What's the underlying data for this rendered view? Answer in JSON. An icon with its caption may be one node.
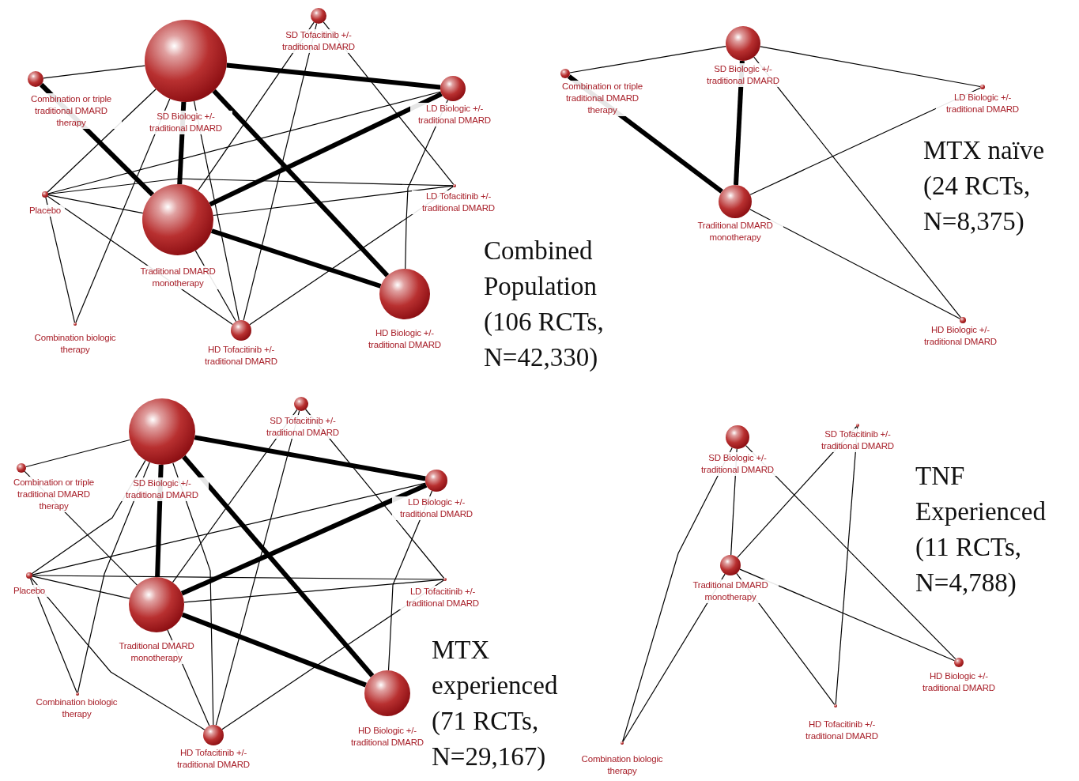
{
  "diagram": {
    "nodes": [
      {
        "text": [
          "Combination or triple traditional DMARD therapy"
        ]
      },
      {
        "text": [
          "SD Biologic +/- traditional DMARD"
        ]
      },
      {
        "text": [
          "SD Tofacitinib +/- traditional DMARD"
        ]
      },
      {
        "text": [
          "LD Biologic +/- traditional DMARD"
        ]
      },
      {
        "text": [
          "Placebo"
        ]
      },
      {
        "text": [
          "LD Tofacitinib +/- traditional DMARD"
        ]
      },
      {
        "text": [
          "Traditional DMARD monotherapy"
        ]
      },
      {
        "text": [
          "Combination biologic therapy"
        ]
      },
      {
        "text": [
          "HD Tofacitinib +/- traditional DMARD"
        ]
      },
      {
        "text": [
          "HD Biologic +/- traditional DMARD"
        ]
      },
      {
        "text": [
          "Combination or triple traditional DMARD therapy"
        ]
      },
      {
        "text": [
          "SD Biologic +/- traditional DMARD"
        ]
      },
      {
        "text": [
          "LD Biologic +/- traditional DMARD"
        ]
      },
      {
        "text": [
          "Traditional DMARD monotherapy"
        ]
      },
      {
        "text": [
          "HD Biologic +/- traditional DMARD"
        ]
      },
      {
        "text": [
          "Combination or triple traditional DMARD therapy"
        ]
      },
      {
        "text": [
          "SD Biologic +/- traditional DMARD"
        ]
      },
      {
        "text": [
          "SD Tofacitinib +/- traditional DMARD"
        ]
      },
      {
        "text": [
          "LD Biologic +/- traditional DMARD"
        ]
      },
      {
        "text": [
          "Placebo"
        ]
      },
      {
        "text": [
          "LD Tofacitinib +/- traditional DMARD"
        ]
      },
      {
        "text": [
          "Traditional DMARD monotherapy"
        ]
      },
      {
        "text": [
          "Combination biologic therapy"
        ]
      },
      {
        "text": [
          "HD Tofacitinib +/- traditional DMARD"
        ]
      },
      {
        "text": [
          "HD Biologic +/- traditional DMARD"
        ]
      },
      {
        "text": [
          "SD Biologic +/- traditional DMARD"
        ]
      },
      {
        "text": [
          "SD Tofacitinib +/- traditional DMARD"
        ]
      },
      {
        "text": [
          "Traditional DMARD monotherapy"
        ]
      },
      {
        "text": [
          "HD Biologic +/- traditional DMARD"
        ]
      },
      {
        "text": [
          "HD Tofacitinib +/- traditional DMARD"
        ]
      },
      {
        "text": [
          "Combination biologic therapy"
        ]
      }
    ],
    "edges": [
      {
        "from": 0,
        "to": 1,
        "arrow": "none"
      },
      {
        "from": 0,
        "to": 6,
        "arrow": "none",
        "style": "thick"
      },
      {
        "from": 1,
        "to": 3,
        "arrow": "none",
        "style": "thick"
      },
      {
        "from": 1,
        "to": 6,
        "arrow": "none",
        "style": "thick"
      },
      {
        "from": 1,
        "to": 9,
        "arrow": "none",
        "style": "thick"
      },
      {
        "from": 6,
        "to": 9,
        "arrow": "none",
        "style": "thick"
      },
      {
        "from": 6,
        "to": 3,
        "arrow": "none",
        "style": "thick"
      },
      {
        "from": 4,
        "to": 1,
        "arrow": "none"
      },
      {
        "from": 4,
        "to": 6,
        "arrow": "none"
      },
      {
        "from": 4,
        "to": 3,
        "arrow": "none"
      },
      {
        "from": 4,
        "to": 5,
        "arrow": "none"
      },
      {
        "from": 4,
        "to": 8,
        "arrow": "none"
      },
      {
        "from": 7,
        "to": 1,
        "arrow": "none"
      },
      {
        "from": 7,
        "to": 4,
        "arrow": "none"
      },
      {
        "from": 2,
        "to": 6,
        "arrow": "none"
      },
      {
        "from": 2,
        "to": 8,
        "arrow": "none"
      },
      {
        "from": 2,
        "to": 5,
        "arrow": "none"
      },
      {
        "from": 3,
        "to": 9,
        "arrow": "none"
      },
      {
        "from": 5,
        "to": 6,
        "arrow": "none"
      },
      {
        "from": 5,
        "to": 8,
        "arrow": "none"
      },
      {
        "from": 8,
        "to": 1,
        "arrow": "none"
      },
      {
        "from": 8,
        "to": 6,
        "arrow": "none"
      },
      {
        "from": 10,
        "to": 11,
        "arrow": "none"
      },
      {
        "from": 10,
        "to": 13,
        "arrow": "none",
        "style": "thick"
      },
      {
        "from": 11,
        "to": 13,
        "arrow": "none",
        "style": "thick"
      },
      {
        "from": 11,
        "to": 12,
        "arrow": "none"
      },
      {
        "from": 11,
        "to": 14,
        "arrow": "none"
      },
      {
        "from": 13,
        "to": 12,
        "arrow": "none"
      },
      {
        "from": 13,
        "to": 14,
        "arrow": "none"
      },
      {
        "from": 15,
        "to": 16,
        "arrow": "none"
      },
      {
        "from": 15,
        "to": 21,
        "arrow": "none"
      },
      {
        "from": 16,
        "to": 18,
        "arrow": "none",
        "style": "thick"
      },
      {
        "from": 16,
        "to": 21,
        "arrow": "none",
        "style": "thick"
      },
      {
        "from": 16,
        "to": 24,
        "arrow": "none",
        "style": "thick"
      },
      {
        "from": 21,
        "to": 24,
        "arrow": "none",
        "style": "thick"
      },
      {
        "from": 21,
        "to": 18,
        "arrow": "none",
        "style": "thick"
      },
      {
        "from": 19,
        "to": 16,
        "arrow": "none"
      },
      {
        "from": 19,
        "to": 21,
        "arrow": "none"
      },
      {
        "from": 19,
        "to": 18,
        "arrow": "none"
      },
      {
        "from": 19,
        "to": 20,
        "arrow": "none"
      },
      {
        "from": 19,
        "to": 23,
        "arrow": "none"
      },
      {
        "from": 22,
        "to": 16,
        "arrow": "none"
      },
      {
        "from": 22,
        "to": 19,
        "arrow": "none"
      },
      {
        "from": 17,
        "to": 21,
        "arrow": "none"
      },
      {
        "from": 17,
        "to": 23,
        "arrow": "none"
      },
      {
        "from": 17,
        "to": 20,
        "arrow": "none"
      },
      {
        "from": 18,
        "to": 24,
        "arrow": "none"
      },
      {
        "from": 20,
        "to": 21,
        "arrow": "none"
      },
      {
        "from": 20,
        "to": 23,
        "arrow": "none"
      },
      {
        "from": 23,
        "to": 16,
        "arrow": "none"
      },
      {
        "from": 23,
        "to": 21,
        "arrow": "none"
      },
      {
        "from": 25,
        "to": 27,
        "arrow": "none"
      },
      {
        "from": 25,
        "to": 30,
        "arrow": "none"
      },
      {
        "from": 25,
        "to": 28,
        "arrow": "none"
      },
      {
        "from": 27,
        "to": 26,
        "arrow": "none"
      },
      {
        "from": 27,
        "to": 28,
        "arrow": "none"
      },
      {
        "from": 27,
        "to": 29,
        "arrow": "none"
      },
      {
        "from": 27,
        "to": 30,
        "arrow": "none"
      },
      {
        "from": 26,
        "to": 29,
        "arrow": "none"
      }
    ],
    "labels": [
      "Combined Population (106 RCTs, N=42,330)",
      "MTX naïve (24 RCTs, N=8,375)",
      "MTX experienced (71 RCTs, N=29,167)",
      "TNF Experienced (11 RCTs, N=4,788)"
    ]
  }
}
